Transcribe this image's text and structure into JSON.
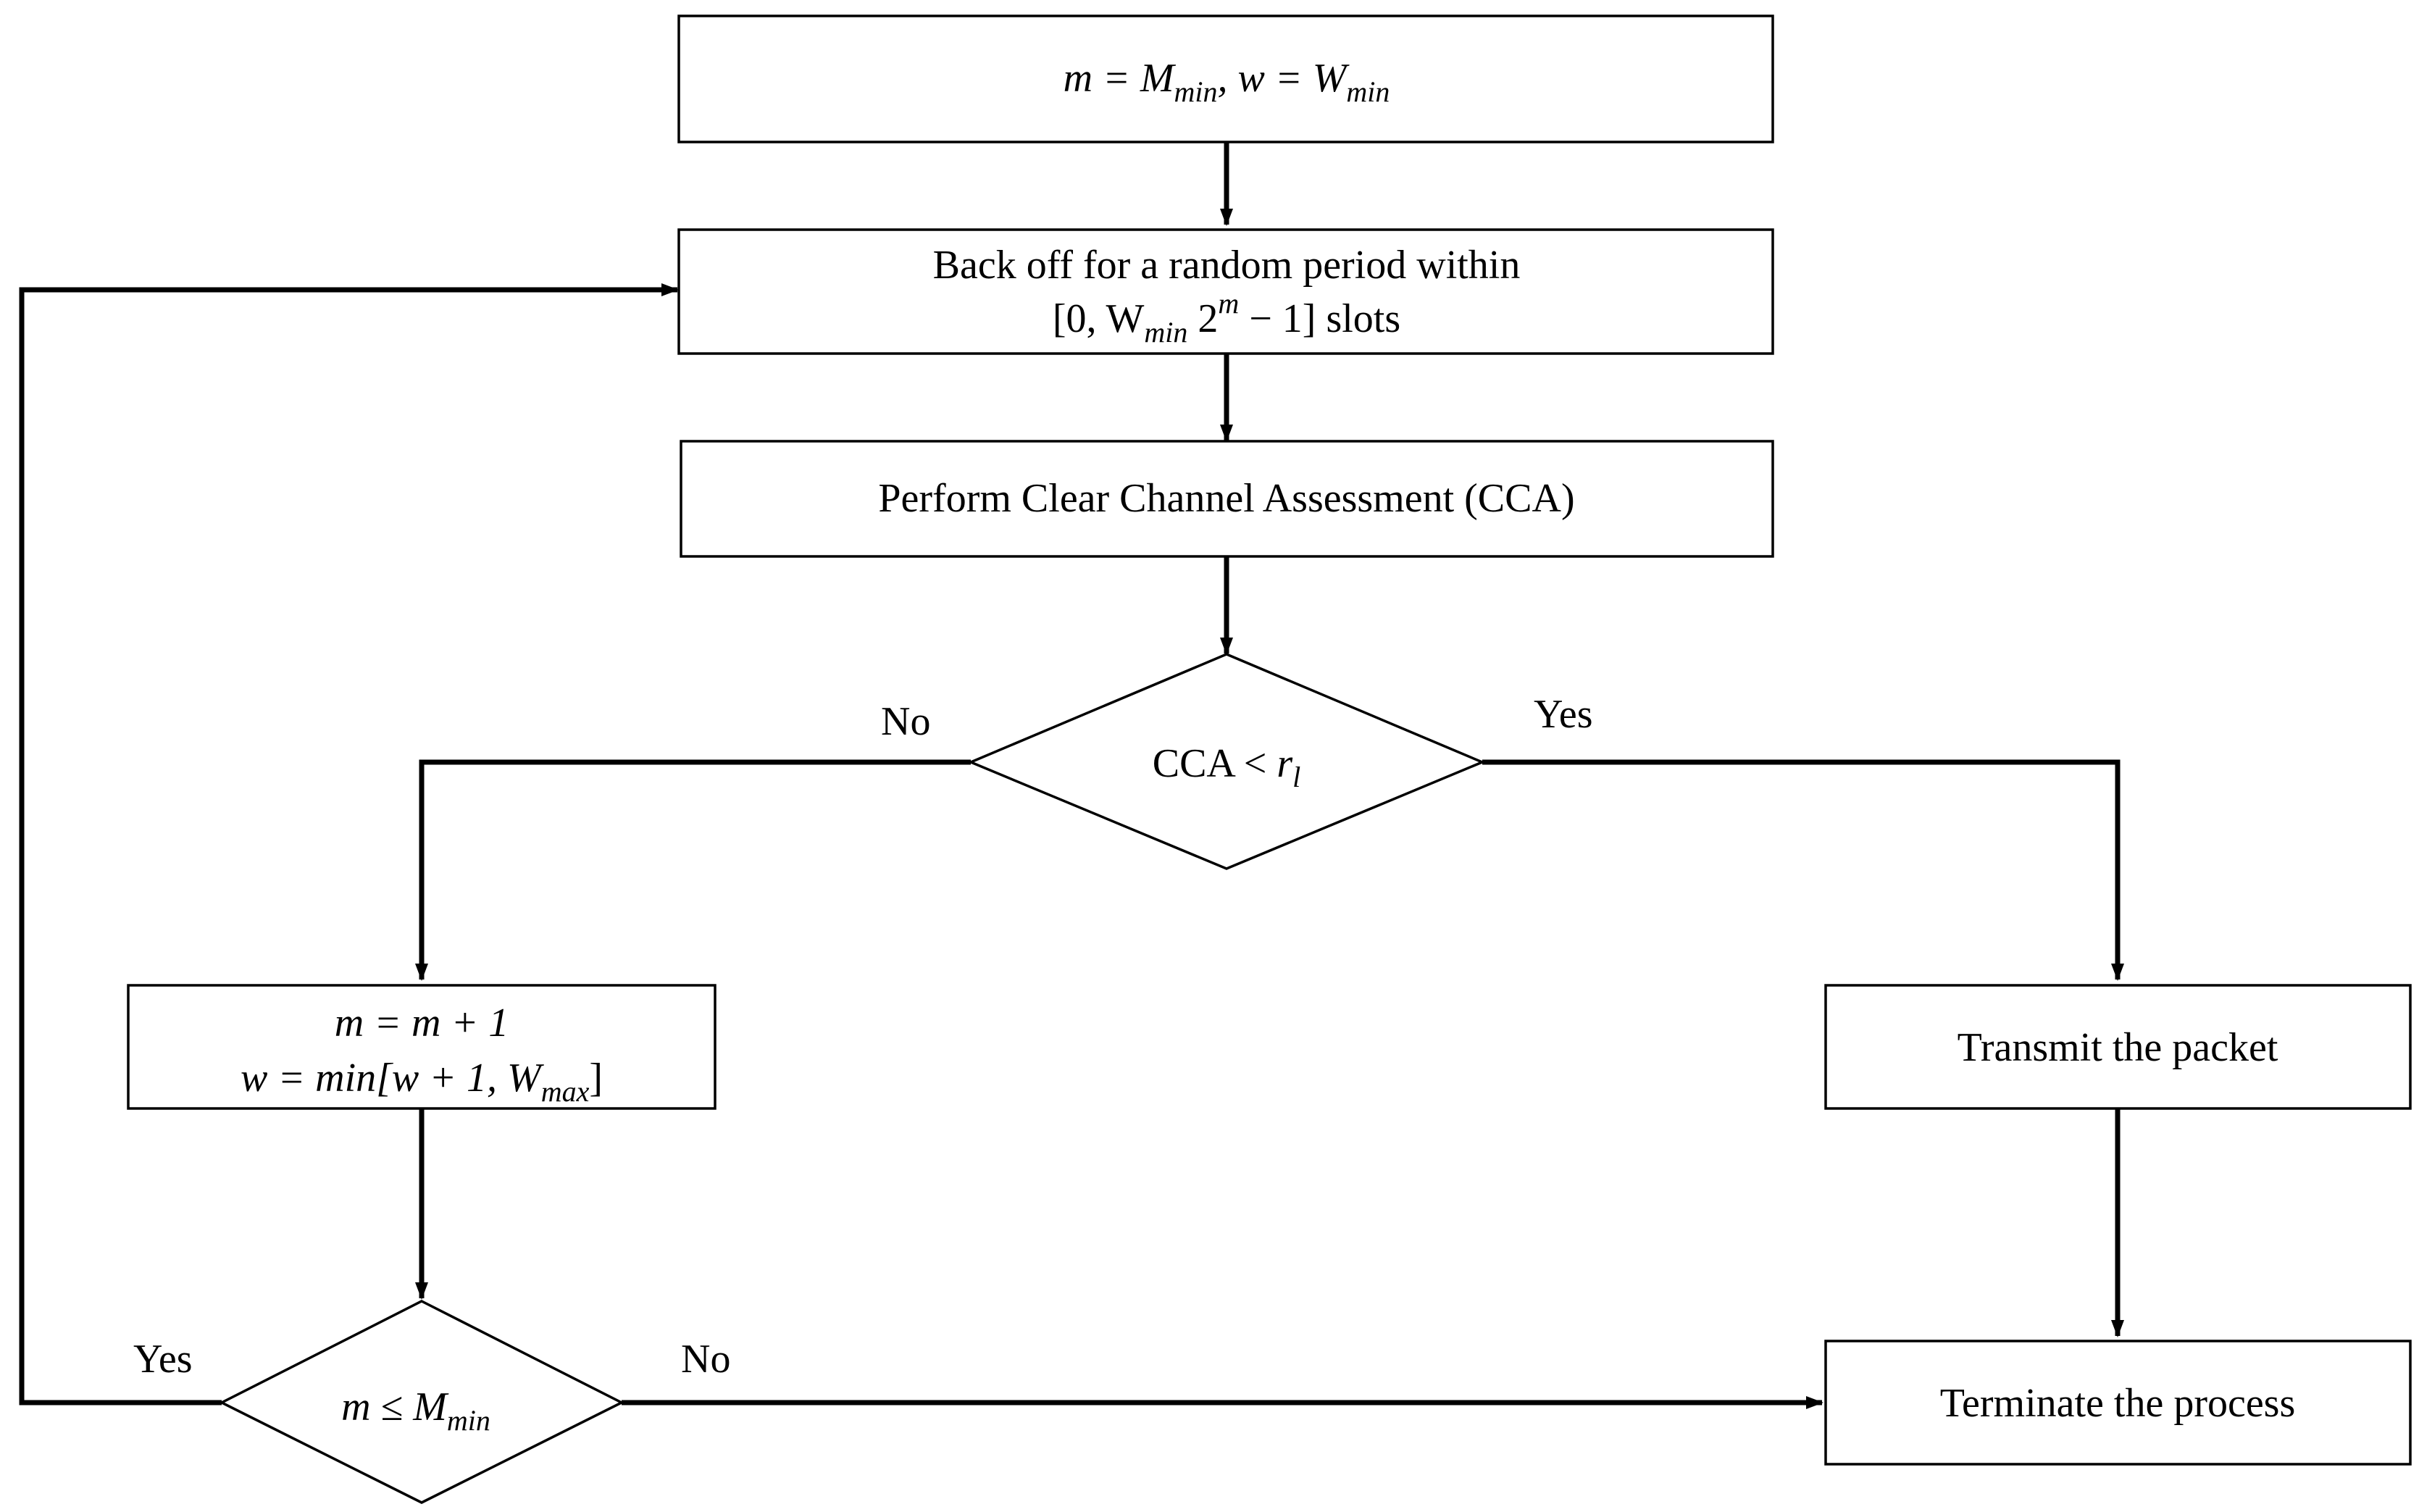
{
  "nodes": {
    "init": {
      "line1": "m = M",
      "line1_sub": "min",
      "line1_b": ", w = W",
      "line1_b_sub": "min"
    },
    "backoff": {
      "line1": "Back off for a random period within",
      "line2_a": "[0, W",
      "line2_sub": "min",
      "line2_b": " 2",
      "line2_sup": "m",
      "line2_c": " − 1]",
      "line2_d": "  slots"
    },
    "cca": {
      "label": "Perform Clear Channel Assessment (CCA)"
    },
    "decision_cca": {
      "a": "CCA < ",
      "b": "r",
      "sub": "l"
    },
    "increment": {
      "line1": "m = m + 1",
      "line2_a": "w = min[w + 1, W",
      "line2_sub": "max",
      "line2_b": "]"
    },
    "transmit": {
      "label": "Transmit  the packet"
    },
    "decision_m": {
      "a": "m ≤ M",
      "sub": "min"
    },
    "terminate": {
      "label": "Terminate the process"
    }
  },
  "edge_labels": {
    "cca_no": "No",
    "cca_yes": "Yes",
    "m_yes": "Yes",
    "m_no": "No"
  }
}
